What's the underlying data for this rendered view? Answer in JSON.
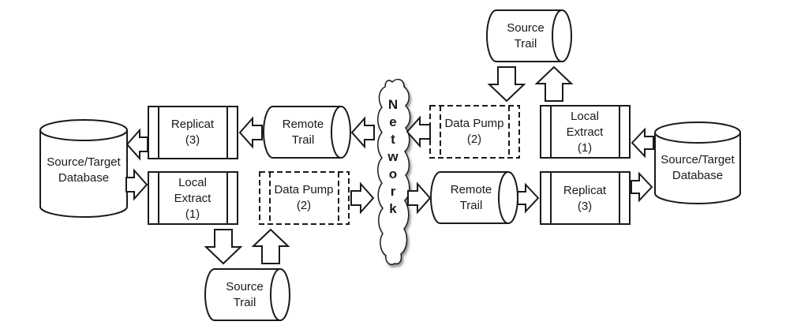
{
  "diagram": {
    "title": "Bidirectional replication topology",
    "left_site": {
      "database": {
        "line1": "Source/Target",
        "line2": "Database"
      },
      "replicat": {
        "line1": "Replicat",
        "line2": "(3)"
      },
      "extract": {
        "line1": "Local",
        "line2": "Extract",
        "line3": "(1)"
      },
      "remote_trail": {
        "line1": "Remote",
        "line2": "Trail"
      },
      "data_pump": {
        "line1": "Data Pump",
        "line2": "(2)"
      },
      "source_trail": {
        "line1": "Source",
        "line2": "Trail"
      }
    },
    "network": {
      "letters": [
        "N",
        "e",
        "t",
        "w",
        "o",
        "r",
        "k"
      ]
    },
    "right_site": {
      "database": {
        "line1": "Source/Target",
        "line2": "Database"
      },
      "replicat": {
        "line1": "Replicat",
        "line2": "(3)"
      },
      "extract": {
        "line1": "Local",
        "line2": "Extract",
        "line3": "(1)"
      },
      "remote_trail": {
        "line1": "Remote",
        "line2": "Trail"
      },
      "data_pump": {
        "line1": "Data Pump",
        "line2": "(2)"
      },
      "source_trail": {
        "line1": "Source",
        "line2": "Trail"
      }
    }
  }
}
